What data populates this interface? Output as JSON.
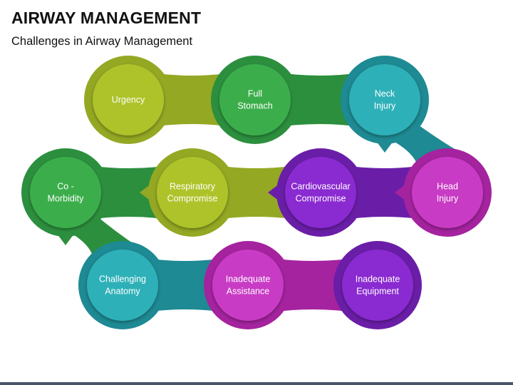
{
  "header": {
    "title": "AIRWAY MANAGEMENT",
    "subtitle": "Challenges in Airway Management"
  },
  "nodes": [
    {
      "id": "urgency",
      "label": "Urgency",
      "color": "#95a823",
      "inner": "#aec32a"
    },
    {
      "id": "full-stomach",
      "label": "Full\nStomach",
      "color": "#2c8f3e",
      "inner": "#3aae4b"
    },
    {
      "id": "neck-injury",
      "label": "Neck\nInjury",
      "color": "#1e8a93",
      "inner": "#2fb0b8"
    },
    {
      "id": "co-morbidity",
      "label": "Co -\nMorbidity",
      "color": "#2c8f3e",
      "inner": "#3aae4b"
    },
    {
      "id": "respiratory",
      "label": "Respiratory\nCompromise",
      "color": "#95a823",
      "inner": "#aec32a"
    },
    {
      "id": "cardiovascular",
      "label": "Cardiovascular\nCompromise",
      "color": "#6a1ea8",
      "inner": "#8a2cd1"
    },
    {
      "id": "head-injury",
      "label": "Head\nInjury",
      "color": "#a5239f",
      "inner": "#c83ac4"
    },
    {
      "id": "anatomy",
      "label": "Challenging\nAnatomy",
      "color": "#1e8a93",
      "inner": "#2fb0b8"
    },
    {
      "id": "assistance",
      "label": "Inadequate\nAssistance",
      "color": "#a5239f",
      "inner": "#c83ac4"
    },
    {
      "id": "equipment",
      "label": "Inadequate\nEquipment",
      "color": "#6a1ea8",
      "inner": "#8a2cd1"
    }
  ]
}
